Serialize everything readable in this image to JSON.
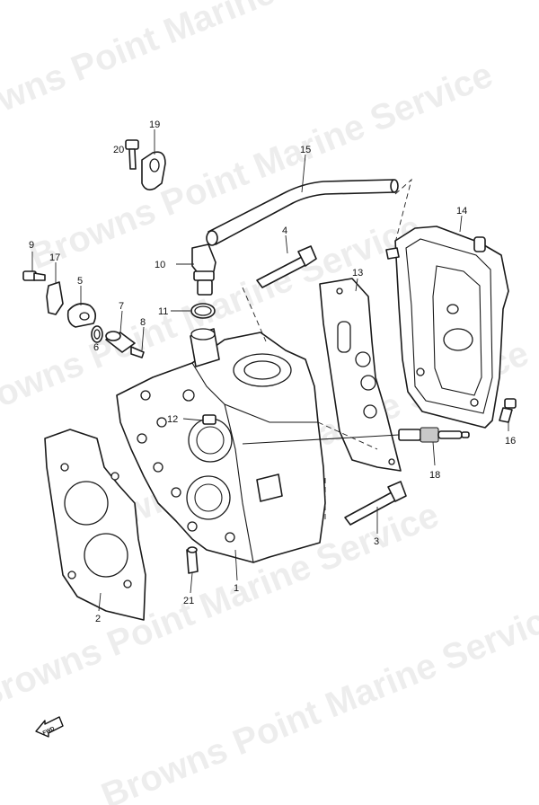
{
  "watermark": "Browns Point Marine Service",
  "fwd_label": "FWD",
  "callouts": {
    "c1": "1",
    "c2": "2",
    "c3": "3",
    "c4": "4",
    "c5": "5",
    "c6": "6",
    "c7": "7",
    "c8": "8",
    "c9": "9",
    "c10": "10",
    "c11": "11",
    "c12": "12",
    "c13": "13",
    "c14": "14",
    "c15": "15",
    "c16": "16",
    "c17": "17",
    "c18": "18",
    "c19": "19",
    "c20": "20",
    "c21": "21"
  }
}
